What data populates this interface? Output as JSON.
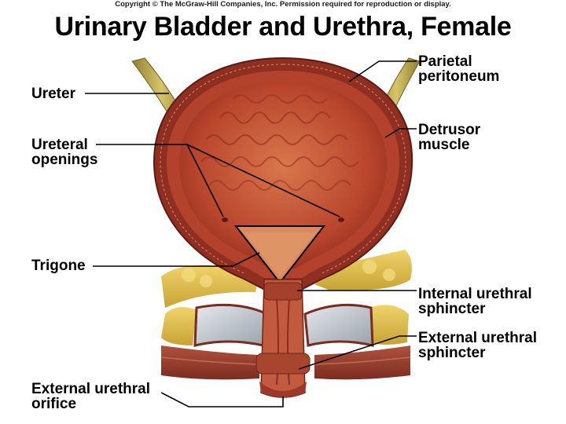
{
  "copyright": "Copyright © The McGraw-Hill Companies, Inc. Permission required for reproduction or display.",
  "title": "Urinary Bladder and Urethra, Female",
  "labels": {
    "ureter": "Ureter",
    "ureteral_openings": "Ureteral\nopenings",
    "trigone": "Trigone",
    "external_urethral_orifice": "External urethral\norifice",
    "parietal_peritoneum": "Parietal\nperitoneum",
    "detrusor_muscle": "Detrusor\nmuscle",
    "internal_urethral_sphincter": "Internal urethral\nsphincter",
    "external_urethral_sphincter": "External urethral\nsphincter"
  },
  "colors": {
    "bladder_wall": "#8e2f22",
    "bladder_lining": "#c04a30",
    "mucosa": "#cf6a45",
    "ureter": "#b7a24a",
    "fat": "#e3c24a",
    "ligament": "#c9cdd3",
    "leader": "#000000"
  }
}
